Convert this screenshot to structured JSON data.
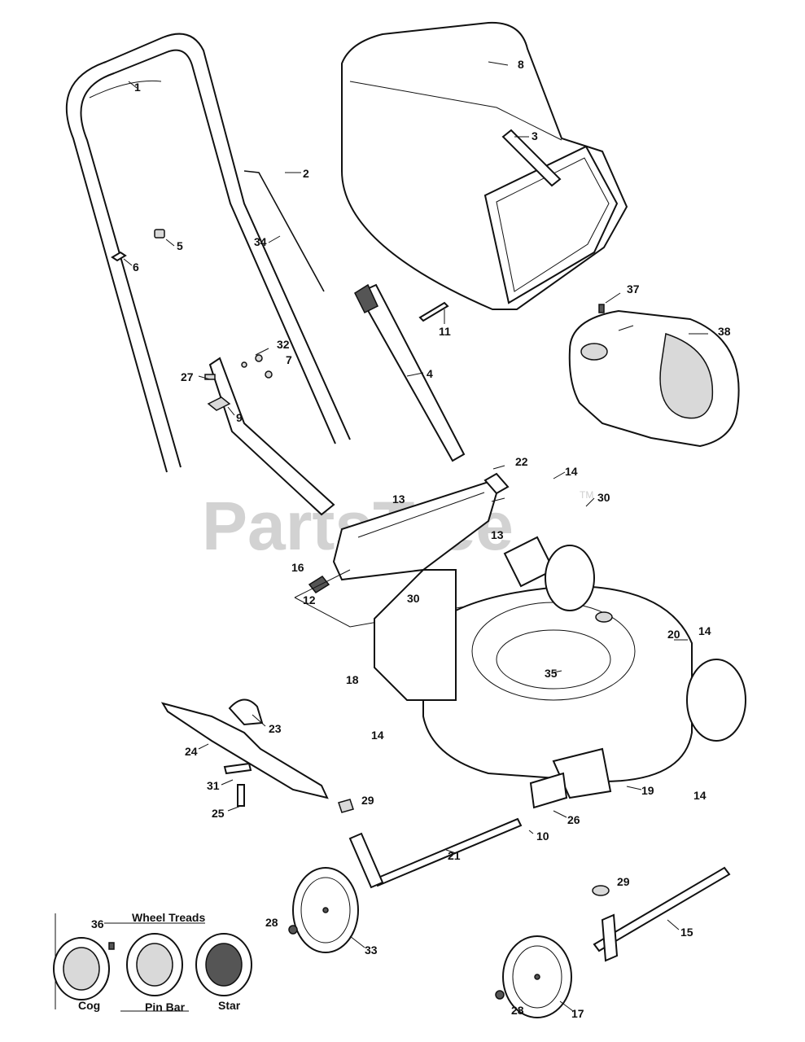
{
  "watermark": {
    "text": "PartsTree",
    "mark": "TM"
  },
  "wheel_treads": {
    "title": "Wheel Treads",
    "items": [
      "Cog",
      "Pin Bar",
      "Star"
    ]
  },
  "callouts": {
    "p1": "1",
    "p2": "2",
    "p3": "3",
    "p4": "4",
    "p5": "5",
    "p6": "6",
    "p7": "7",
    "p8": "8",
    "p9": "9",
    "p10": "10",
    "p11": "11",
    "p12": "12",
    "p13a": "13",
    "p13b": "13",
    "p14a": "14",
    "p14b": "14",
    "p14c": "14",
    "p14d": "14",
    "p15": "15",
    "p16": "16",
    "p17": "17",
    "p18": "18",
    "p19": "19",
    "p20": "20",
    "p21": "21",
    "p22": "22",
    "p23": "23",
    "p24": "24",
    "p25": "25",
    "p26": "26",
    "p27": "27",
    "p28a": "28",
    "p28b": "28",
    "p29a": "29",
    "p29b": "29",
    "p30a": "30",
    "p30b": "30",
    "p31": "31",
    "p32": "32",
    "p33": "33",
    "p34": "34",
    "p35": "35",
    "p36": "36",
    "p37": "37",
    "p38": "38"
  }
}
